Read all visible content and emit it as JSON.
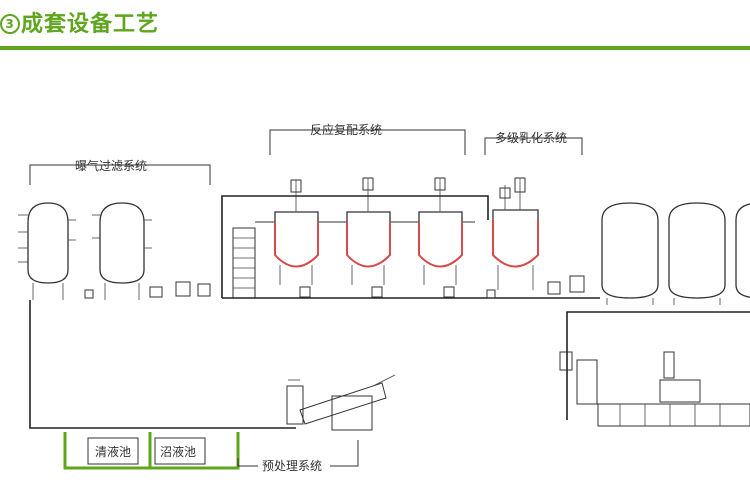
{
  "title": {
    "number": "3",
    "text": "成套设备工艺"
  },
  "labels": {
    "aeration": "曝气过滤系统",
    "reaction": "反应复配系统",
    "emulsify": "多级乳化系统",
    "clear_pool": "清液池",
    "sludge_pool": "沼液池",
    "pretreat": "预处理系统"
  },
  "colors": {
    "accent": "#5fa61e",
    "heating": "#d94a4a"
  }
}
